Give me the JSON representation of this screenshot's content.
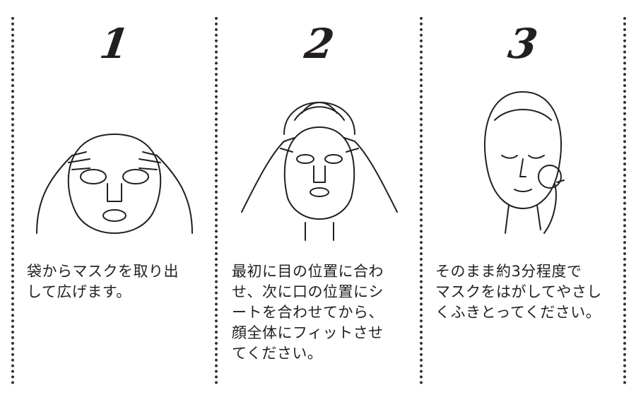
{
  "steps": [
    {
      "number": "1",
      "lines": [
        "袋からマスクを取り出",
        "して広げます。"
      ]
    },
    {
      "number": "2",
      "lines": [
        "最初に目の位置に合わ",
        "せ、次に口の位置にシ",
        "ートを合わせてから、",
        "顔全体にフィットさせ",
        "てください。"
      ]
    },
    {
      "number": "3",
      "lines": [
        "そのまま約3分程度で",
        "マスクをはがしてやさし",
        "くふきとってください。"
      ]
    }
  ]
}
